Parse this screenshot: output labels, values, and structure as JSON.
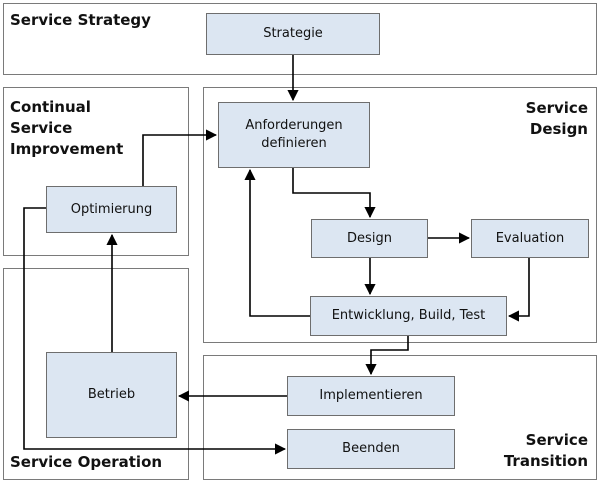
{
  "regions": {
    "strategy": {
      "title": [
        "Service Strategy"
      ]
    },
    "csi": {
      "title": [
        "Continual",
        "Service",
        "Improvement"
      ]
    },
    "design": {
      "title": [
        "Service",
        "Design"
      ]
    },
    "operation": {
      "title": [
        "Service Operation"
      ]
    },
    "transition": {
      "title": [
        "Service",
        "Transition"
      ]
    }
  },
  "boxes": {
    "strategie": [
      "Strategie"
    ],
    "anforderungen": [
      "Anforderungen",
      "definieren"
    ],
    "optimierung": [
      "Optimierung"
    ],
    "design": [
      "Design"
    ],
    "evaluation": [
      "Evaluation"
    ],
    "entwicklung": [
      "Entwicklung, Build,  Test"
    ],
    "betrieb": [
      "Betrieb"
    ],
    "implementieren": [
      "Implementieren"
    ],
    "beenden": [
      "Beenden"
    ]
  },
  "colors": {
    "box_fill": "#dce6f2",
    "box_border": "#6e6e6e",
    "region_border": "#7a7a7a",
    "arrow": "#000000"
  }
}
